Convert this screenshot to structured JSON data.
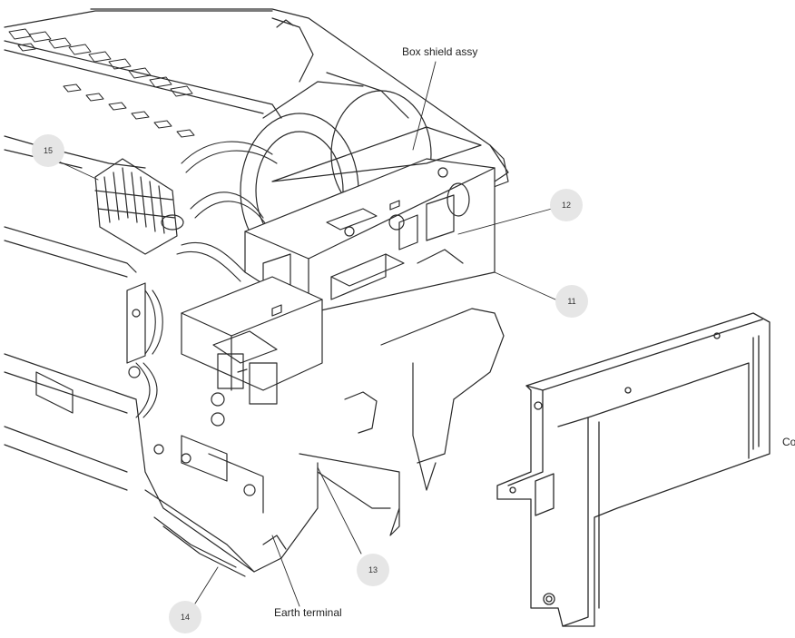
{
  "labels": {
    "box_shield": "Box shield assy",
    "earth_terminal": "Earth terminal",
    "cut_off": "Co"
  },
  "callouts": {
    "c15": "15",
    "c12": "12",
    "c11": "11",
    "c13": "13",
    "c14": "14"
  },
  "colors": {
    "line": "#2a2a2a",
    "callout_fill": "#e6e6e6",
    "background": "#ffffff"
  }
}
